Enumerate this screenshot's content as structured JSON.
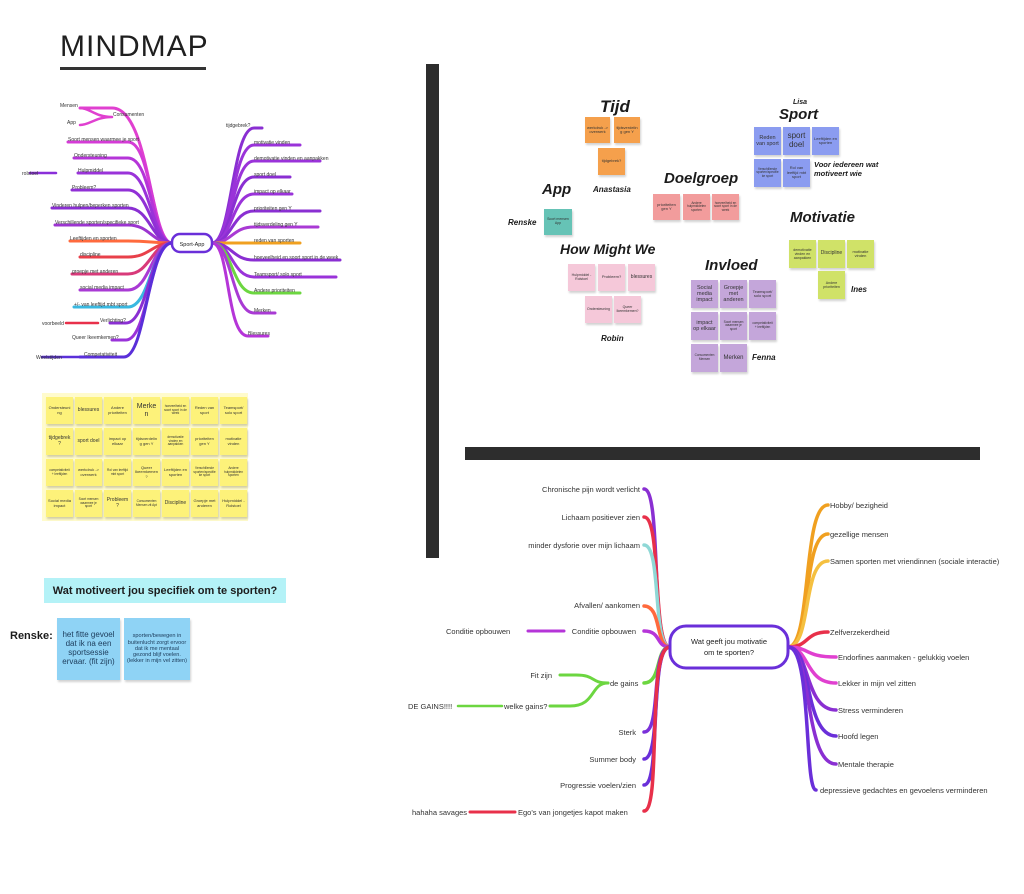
{
  "board": {
    "title": "MINDMAP",
    "question": "Wat motiveert jou specifiek om te sporten?",
    "renske_label": "Renske:",
    "answers": [
      "het fitte gevoel dat ik na een sportsessie ervaar. (fit zijn)",
      "sporten/bewegen in buitenlucht zorgt ervoor dat ik me mentaal gezond blijf voelen. (lekker in mijn vel zitten)"
    ]
  },
  "mindmap1": {
    "center": "Sport-App",
    "left_nodes": [
      "Mensen",
      "App",
      "Soort mensen waarmee je sport",
      "Ondersteuning",
      "Hulpmiddel",
      "Probleem?",
      "Vinderen hulpen/beperken sporten",
      "Verschillende sporten/specifieke sport",
      "Leeftijden en sporten",
      "discipline",
      "groepje met anderen",
      "social media impact",
      "+/- van leeftijd mbt sport",
      "Verlichting?",
      "Queer Ikeemkemen?",
      "Competativiteit"
    ],
    "left_sub": [
      "Consumenten",
      "rolstoel",
      "voorbeeld",
      "Weelstijden"
    ],
    "right_nodes": [
      "tijdgebrek?",
      "motivatie vinden",
      "demotivatie vinden en aanpakken",
      "sport doel",
      "impact op elkaar",
      "prioriteiten gen Y",
      "tijdsverdeling gen Y",
      "reden van sporten",
      "hoeveelheid en soort sport in de week",
      "Teamsport/ solo sport",
      "Andere prioriteiten",
      "Merken",
      "Blessures"
    ]
  },
  "yellow_grid": [
    [
      "Ondersteuning",
      "blessures",
      "Andere prioriteiten",
      "Merken",
      "hoeveelheid en soort sport in de week",
      "Reden van sport",
      "Teamsport/ solo sport"
    ],
    [
      "tijdgebrek?",
      "sport doel",
      "impact op elkaar",
      "tijdsverdeling gen Y",
      "demotivatie vinden en aanpakken",
      "prioriteiten gen Y",
      "motivatie vinden"
    ],
    [
      "competativiteit + leeftijden",
      "werkdruk -> overwerk",
      "Rol van leeftijd mbt sport",
      "Queer Ikeemkemen?",
      "Leeftijden en sporten",
      "Verschillende sporten/specifieke sport",
      "Andere hulpmiddelen sporten"
    ],
    [
      "Social media impact",
      "Soort mensen waarmee je sport",
      "Probleem?",
      "Consumenten Mensen zit Apt",
      "Discipline",
      "Groepje met anderen",
      "Hulpmiddel - Rolstoel"
    ]
  ],
  "clusters": {
    "tijd": {
      "label": "Tijd",
      "notes": [
        "werkdruk -> overwerk",
        "tijdsverdeling gen Y",
        "tijdgebrek?"
      ],
      "author": "Anastasia"
    },
    "app": {
      "label": "App",
      "notes": [
        "Soort mensen App"
      ],
      "author": "Renske"
    },
    "doelgroep": {
      "label": "Doelgroep",
      "notes": [
        "prioriteiten gen Y",
        "Andere hulpmiddelen sporten",
        "hoeveelheid en soort sport in de week"
      ]
    },
    "sport": {
      "label": "Sport",
      "lisa": "Lisa",
      "notes": [
        "Reden van sport",
        "sport doel",
        "Leeftijden en sporten",
        "Verschillende sporten/specifieke sport",
        "Rol van leeftijd mbt sport"
      ],
      "tagline": "Voor iedereen wat motiveert wie"
    },
    "hmw": {
      "label": "How Might We",
      "notes": [
        "Hulpmiddel - Rolstoel",
        "Probleem?",
        "blessures",
        "Ondersteuning",
        "Queer Ikeemkemen?"
      ],
      "author": "Robin"
    },
    "invloed": {
      "label": "Invloed",
      "notes": [
        "Social media impact",
        "Groepje met anderen",
        "Teamsport/ solo sport",
        "impact op elkaar",
        "Soort mensen waarmee je sport",
        "competativiteit + leeftijden",
        "Consumenten Mensen",
        "Merken"
      ],
      "author": "Fenna"
    },
    "motivatie": {
      "label": "Motivatie",
      "notes": [
        "demotivatie vinden en aanpakken",
        "Discipline",
        "motivatie vinden",
        "Andere prioriteiten"
      ],
      "author": "Ines"
    }
  },
  "mindmap2": {
    "center": "Wat geeft jou motivatie om te sporten?",
    "left": [
      "Chronische pijn wordt verlicht",
      "Lichaam positiever zien",
      "minder dysforie over mijn lichaam",
      "Afvallen/ aankomen",
      "Conditie opbouwen",
      "de gains",
      "Sterk",
      "Summer body",
      "Progressie voelen/zien",
      "Ego's van jongetjes kapot maken"
    ],
    "left_sub": {
      "conditie": "Conditie opbouwen",
      "fit": "Fit zijn",
      "welke": "welke gains?",
      "gains": "DE GAINS!!!!",
      "haha": "hahaha savages"
    },
    "right": [
      "Hobby/ bezigheid",
      "gezellige mensen",
      "Samen sporten met vriendinnen (sociale interactie)",
      "Zelfverzekerdheid",
      "Endorfines aanmaken - gelukkig voelen",
      "Lekker in mijn vel zitten",
      "Stress verminderen",
      "Hoofd legen",
      "Mentale therapie",
      "depressieve gedachtes en gevoelens verminderen"
    ]
  }
}
